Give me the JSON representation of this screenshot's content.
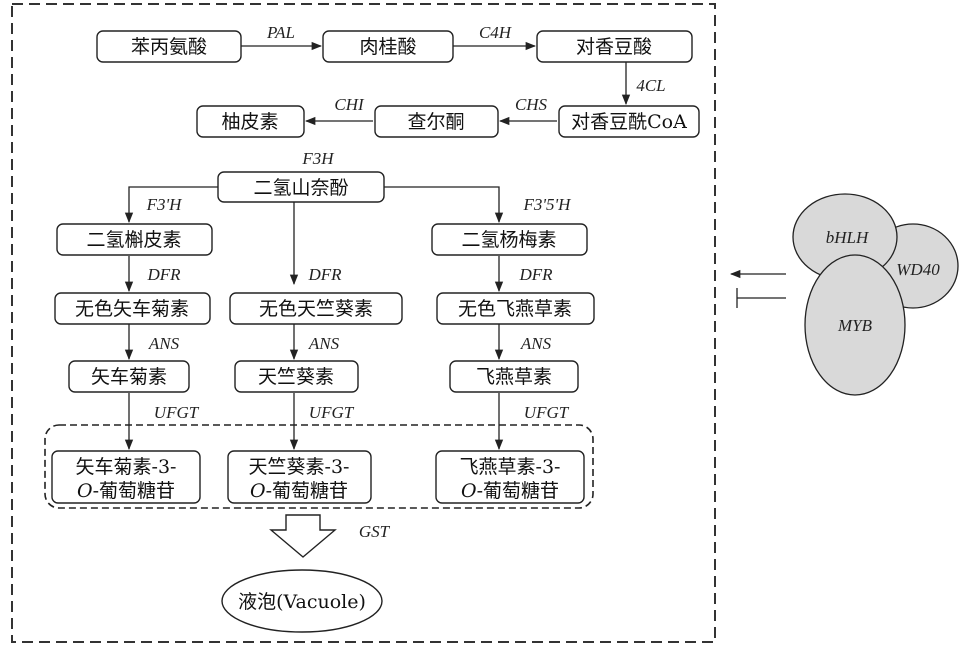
{
  "nodes": {
    "phenylalanine": "苯丙氨酸",
    "cinnamic_acid": "肉桂酸",
    "p_coumaric_acid": "对香豆酸",
    "p_coumaroyl_coa": "对香豆酰CoA",
    "chalcone": "查尔酮",
    "naringenin": "柚皮素",
    "dihydrokaempferol": "二氢山奈酚",
    "dihydroquercetin": "二氢槲皮素",
    "dihydromyricetin": "二氢杨梅素",
    "leucocyanidin": "无色矢车菊素",
    "leucopelargonidin": "无色天竺葵素",
    "leucodelphinidin": "无色飞燕草素",
    "cyanidin": "矢车菊素",
    "pelargonidin": "天竺葵素",
    "delphinidin": "飞燕草素",
    "cyanidin_glucoside_l1": "矢车菊素-3-",
    "pelargonidin_glucoside_l1": "天竺葵素-3-",
    "delphinidin_glucoside_l1": "飞燕草素-3-",
    "glucoside_o": "O",
    "glucoside_rest": "-葡萄糖苷",
    "vacuole": "液泡(Vacuole)"
  },
  "enzymes": {
    "pal": "PAL",
    "c4h": "C4H",
    "cl4": "4CL",
    "chs": "CHS",
    "chi": "CHI",
    "f3h": "F3H",
    "f3ph": "F3'H",
    "f35h": "F3'5'H",
    "dfr": "DFR",
    "ans": "ANS",
    "ufgt": "UFGT",
    "gst": "GST"
  },
  "transcription_factors": {
    "bhlh": "bHLH",
    "wd40": "WD40",
    "myb": "MYB"
  },
  "colors": {
    "line": "#222222",
    "tf_fill": "#d9d9d9",
    "box_fill": "#ffffff"
  }
}
